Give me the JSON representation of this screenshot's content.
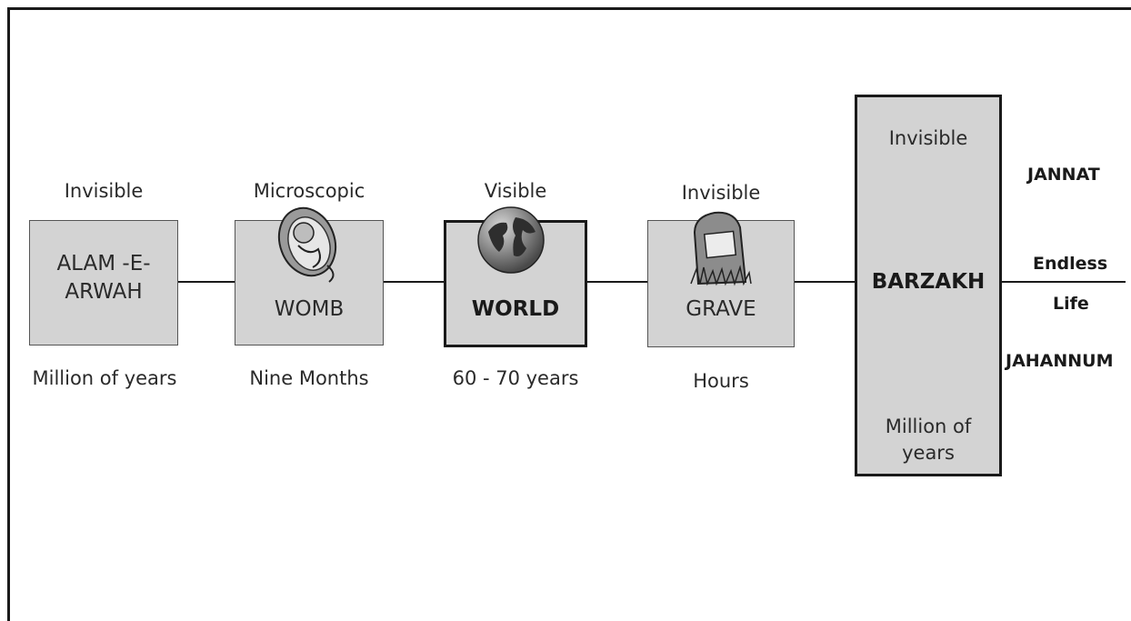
{
  "stages": [
    {
      "top": "Invisible",
      "name": "ALAM -E-\nARWAH",
      "duration": "Million of years"
    },
    {
      "top": "Microscopic",
      "name": "WOMB",
      "duration": "Nine Months"
    },
    {
      "top": "Visible",
      "name": "WORLD",
      "duration": "60 - 70 years"
    },
    {
      "top": "Invisible",
      "name": "GRAVE",
      "duration": "Hours"
    }
  ],
  "barzakh": {
    "top": "Invisible",
    "name": "BARZAKH",
    "duration": "Million of\nyears"
  },
  "outcomes": {
    "jannat": "JANNAT",
    "endless": "Endless",
    "life": "Life",
    "jahannum": "JAHANNUM"
  },
  "icons": [
    "fetus-icon",
    "globe-icon",
    "gravestone-icon"
  ],
  "colors": {
    "box_fill": "#d3d3d3",
    "line": "#1a1a1a"
  }
}
